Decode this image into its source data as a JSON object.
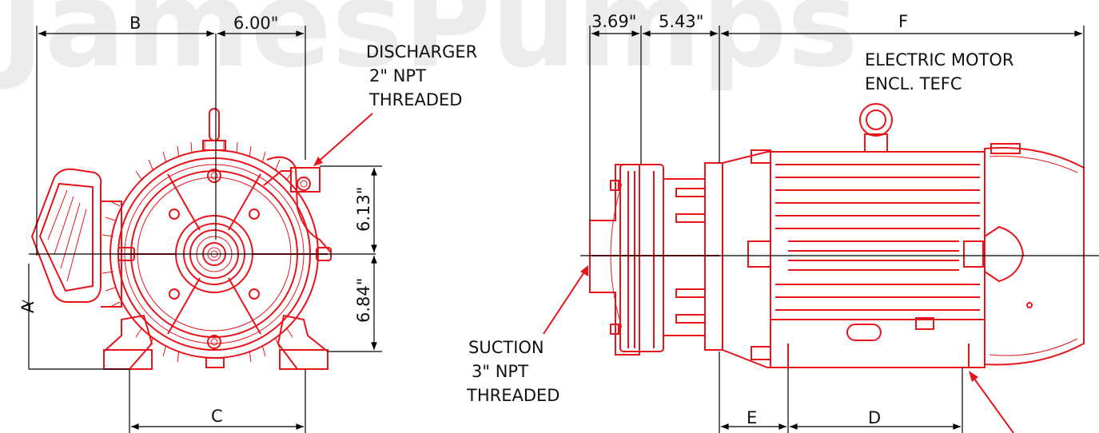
{
  "watermark": "JamesPumps",
  "front_view": {
    "dim_b": "B",
    "dim_width_top": "6.00\"",
    "dim_c": "C",
    "dim_a": "A",
    "dim_upper_height": "6.13\"",
    "dim_lower_height": "6.84\"",
    "discharge_note": [
      "DISCHARGER",
      "2\" NPT",
      "THREADED"
    ]
  },
  "side_view": {
    "dim_front": "3.69\"",
    "dim_mid": "5.43\"",
    "dim_f": "F",
    "dim_e": "E",
    "dim_d": "D",
    "motor_note": [
      "ELECTRIC MOTOR",
      "ENCL. TEFC"
    ],
    "suction_note": [
      "SUCTION",
      "3\" NPT",
      "THREADED"
    ]
  },
  "colors": {
    "drawing": "#e8141b",
    "dimension": "#000000",
    "watermark": "#ececec"
  }
}
